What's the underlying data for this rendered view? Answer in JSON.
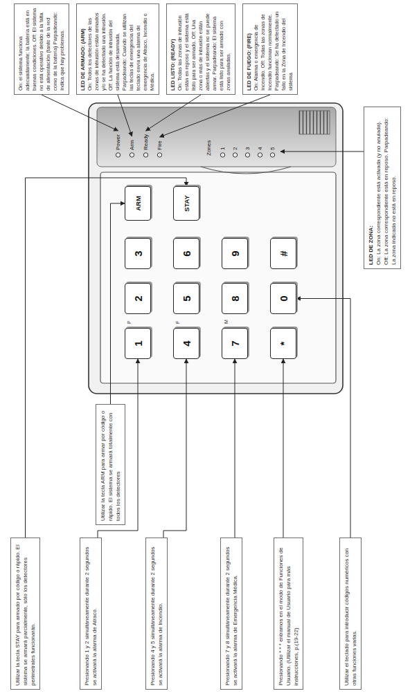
{
  "diagram": {
    "nodes": [
      {
        "text": [
          "On: el sistema funciona adecuadamente; la batería está en buenas condiciones. Off: El sistema no está operativo debido a la falta de alimentación (tanto de la red como de la batería) Parpadeando: Indica que hay problemas."
        ]
      },
      {
        "text": [
          "LED DE ARMADO: (ARM)",
          "On: Todos los detectores de las zonas de intrusión están armados y/o se ha detectado una intrusión. Off: La función de intrusión del sistema está desarmada. Parpadeando: Cuando se utilizan las teclas de emergencia del teclado envía una alarma de emergencia de Atraco, Incendio o Médica."
        ]
      },
      {
        "text": [
          "LED LISTO: (READY)",
          "On: Todas las zonas de intrusión están en reposo y el sistema está listo para ser armado. Off: Una zona o más de intrusión están abiertas y el sistema no se puede armar. Parpadeando: El sistema está listo para ser armado con zonas anuladas."
        ]
      },
      {
        "text": [
          "LED DE FUEGO: (FIRE)",
          "On: Alarma o emergencia de Incendio. Off: Todas las zonas de Incendio funcionan normalmente. Parpadeando: Se ha detectado un fallo en la Zona de Incendio del sistema"
        ]
      },
      {
        "text": [
          "Utilizar la tecla ARM para armar por código o rápido. El sistema se armará totalmente con todos los detectores"
        ]
      },
      {
        "text": [
          "LED DE ZONA:",
          "On: La zona correspondiente está activada (y no anulada). Off: La zona correspondiente está en reposo. Parpadeando: La zona indicada no está en reposo."
        ]
      },
      {
        "text": [
          "Utilizar la tecla STAY para armado por código o rápido. El sistema se armará parcialmente, sólo los detectores perimetrales funcionarán."
        ]
      },
      {
        "text": [
          "Presionando 1 y 2 simultáneamente durante 2 segundos se activará la alarma de Atraco."
        ]
      },
      {
        "text": [
          "Presionando 4 y 5 simultáneamente durante 2 segundos se activará la alarma de Incendio."
        ]
      },
      {
        "text": [
          "Presionando 7 y 8 simultáneamente durante 2 segundos se activará la alarma de Emergencia Médica."
        ]
      },
      {
        "text": [
          "Presionando * * * entramos en el modo de Funciones de Usuario. (Utilizar el manual de Usuario para más instrucciones, p.(19-22)"
        ]
      },
      {
        "text": [
          "Utilizar el teclado para introducir códigos numéricos con otras funciones varias."
        ]
      },
      {
        "text": [
          "ARM"
        ]
      },
      {
        "text": [
          "STAY"
        ]
      },
      {
        "text": [
          "1"
        ]
      },
      {
        "text": [
          "2"
        ]
      },
      {
        "text": [
          "3"
        ]
      },
      {
        "text": [
          "4"
        ]
      },
      {
        "text": [
          "5"
        ]
      },
      {
        "text": [
          "6"
        ]
      },
      {
        "text": [
          "7"
        ]
      },
      {
        "text": [
          "8"
        ]
      },
      {
        "text": [
          "9"
        ]
      },
      {
        "text": [
          "*"
        ]
      },
      {
        "text": [
          "0"
        ]
      },
      {
        "text": [
          "#"
        ]
      }
    ],
    "edges": [
      {
        "from": 4,
        "to": 12,
        "arrow": "to"
      },
      {
        "from": 6,
        "to": 13,
        "arrow": "to"
      },
      {
        "from": 7,
        "to": 14,
        "arrow": "to"
      },
      {
        "from": 8,
        "to": 17,
        "arrow": "to"
      },
      {
        "from": 9,
        "to": 20,
        "arrow": "to"
      },
      {
        "from": 10,
        "to": 23,
        "arrow": "to"
      },
      {
        "from": 11,
        "to": 24,
        "arrow": "to"
      }
    ],
    "labels": [
      "Power",
      "Arm",
      "Ready",
      "Fire",
      "Zones",
      "1",
      "2",
      "3",
      "4",
      "5",
      "P",
      "F",
      "M"
    ]
  }
}
